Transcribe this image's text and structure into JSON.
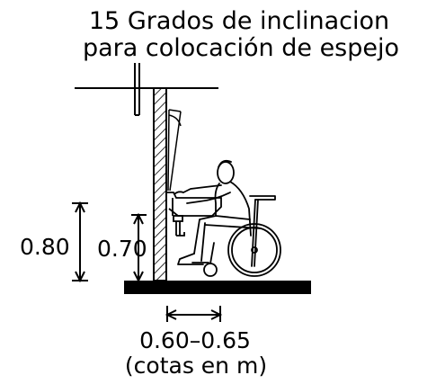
{
  "title": {
    "line1": "15 Grados de inclinacion",
    "line2": "para colocación de espejo"
  },
  "dimensions": {
    "height_a": "0.80",
    "height_b": "0.70",
    "depth": "0.60–0.65",
    "units_note": "(cotas en m)"
  }
}
